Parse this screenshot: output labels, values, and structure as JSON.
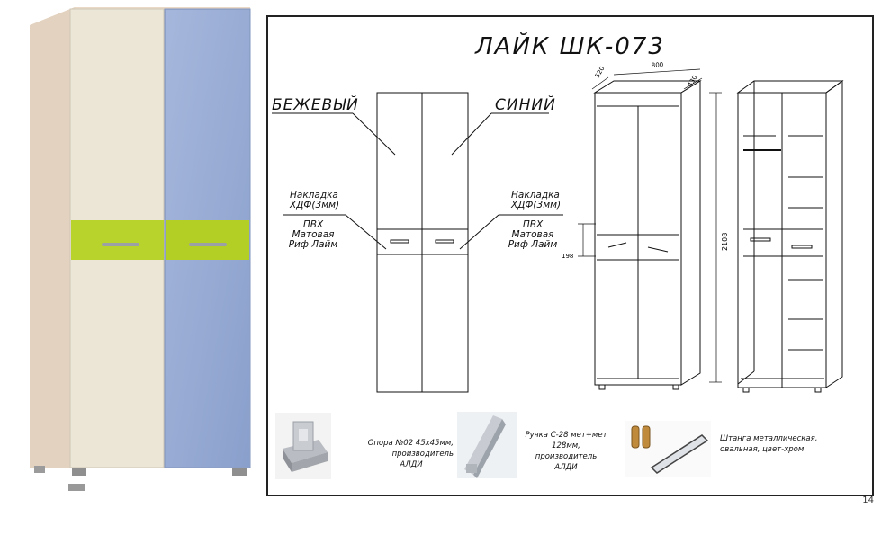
{
  "title": "ЛАЙК ШК-073",
  "colors": {
    "left_door": "#e9e4d5",
    "right_door": "#98abd3",
    "body": "#e6d5c3",
    "accent": "#b6d22a",
    "line": "#111111"
  },
  "labels": {
    "left_color": "БЕЖЕВЫЙ",
    "right_color": "СИНИЙ",
    "left_overlay_1": "Накладка",
    "left_overlay_2": "ХДФ(3мм)",
    "left_pvc_1": "ПВХ Матовая",
    "left_pvc_2": "Риф Лайм",
    "right_overlay_1": "Накладка",
    "right_overlay_2": "ХДФ(3мм)",
    "right_pvc_1": "ПВХ Матовая",
    "right_pvc_2": "Риф Лайм"
  },
  "dimensions": {
    "width": "800",
    "depth_top": "520",
    "depth_side": "430",
    "height": "2108",
    "drawer": "198"
  },
  "accessories": [
    {
      "icon": "support-foot-icon",
      "text_1": "Опора №02 45х45мм, производитель",
      "text_2": "АЛДИ"
    },
    {
      "icon": "handle-bar-icon",
      "text_1": "Ручка С-28 мет+мет",
      "text_2": "128мм, производитель",
      "text_3": "АЛДИ"
    },
    {
      "icon": "hanging-rail-icon",
      "text_1": "Штанга металлическая,",
      "text_2": "овальная, цвет-хром"
    }
  ],
  "page_number": "14"
}
